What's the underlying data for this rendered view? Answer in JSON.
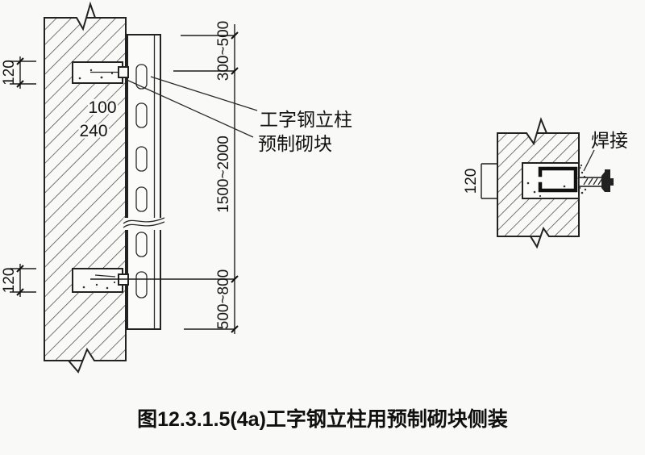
{
  "figure": {
    "caption": "图12.3.1.5(4a)工字钢立柱用预制砌块侧装"
  },
  "colors": {
    "background": "#f9f9f7",
    "line": "#222222",
    "hatch": "#4a4a4a"
  },
  "main_view": {
    "labels": {
      "column": "工字钢立柱",
      "block": "预制砌块"
    },
    "dimensions": {
      "top_block_height": "120",
      "bottom_block_height": "120",
      "block_embed_width": "100",
      "wall_thickness": "240",
      "spacing_top": "300~500",
      "spacing_middle": "1500~2000",
      "spacing_bottom": "500~800"
    }
  },
  "detail_view": {
    "labels": {
      "weld": "焊接"
    },
    "dimensions": {
      "block_height": "120"
    }
  }
}
